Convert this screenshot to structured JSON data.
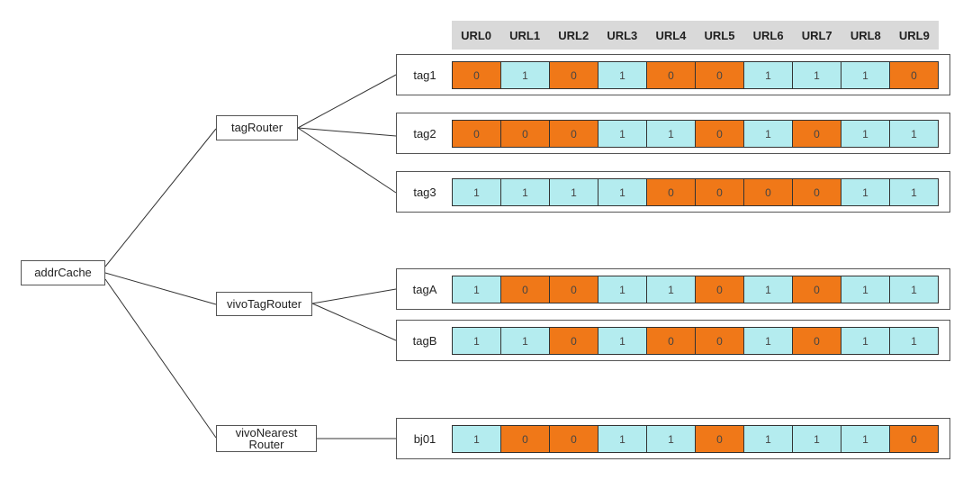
{
  "colors": {
    "one": "#b4ecef",
    "zero": "#f07818",
    "header_bg": "#d9d9d9"
  },
  "root": {
    "label": "addrCache"
  },
  "routers": [
    {
      "id": "tagRouter",
      "label": "tagRouter"
    },
    {
      "id": "vivoTagRouter",
      "label": "vivoTagRouter"
    },
    {
      "id": "vivoNearestRouter",
      "label": "vivoNearest\nRouter"
    }
  ],
  "header": [
    "URL0",
    "URL1",
    "URL2",
    "URL3",
    "URL4",
    "URL5",
    "URL6",
    "URL7",
    "URL8",
    "URL9"
  ],
  "rows": [
    {
      "label": "tag1",
      "router": "tagRouter",
      "bits": [
        0,
        1,
        0,
        1,
        0,
        0,
        1,
        1,
        1,
        0
      ]
    },
    {
      "label": "tag2",
      "router": "tagRouter",
      "bits": [
        0,
        0,
        0,
        1,
        1,
        0,
        1,
        0,
        1,
        1
      ]
    },
    {
      "label": "tag3",
      "router": "tagRouter",
      "bits": [
        1,
        1,
        1,
        1,
        0,
        0,
        0,
        0,
        1,
        1
      ]
    },
    {
      "label": "tagA",
      "router": "vivoTagRouter",
      "bits": [
        1,
        0,
        0,
        1,
        1,
        0,
        1,
        0,
        1,
        1
      ]
    },
    {
      "label": "tagB",
      "router": "vivoTagRouter",
      "bits": [
        1,
        1,
        0,
        1,
        0,
        0,
        1,
        0,
        1,
        1
      ]
    },
    {
      "label": "bj01",
      "router": "vivoNearestRouter",
      "bits": [
        1,
        0,
        0,
        1,
        1,
        0,
        1,
        1,
        1,
        0
      ]
    }
  ]
}
